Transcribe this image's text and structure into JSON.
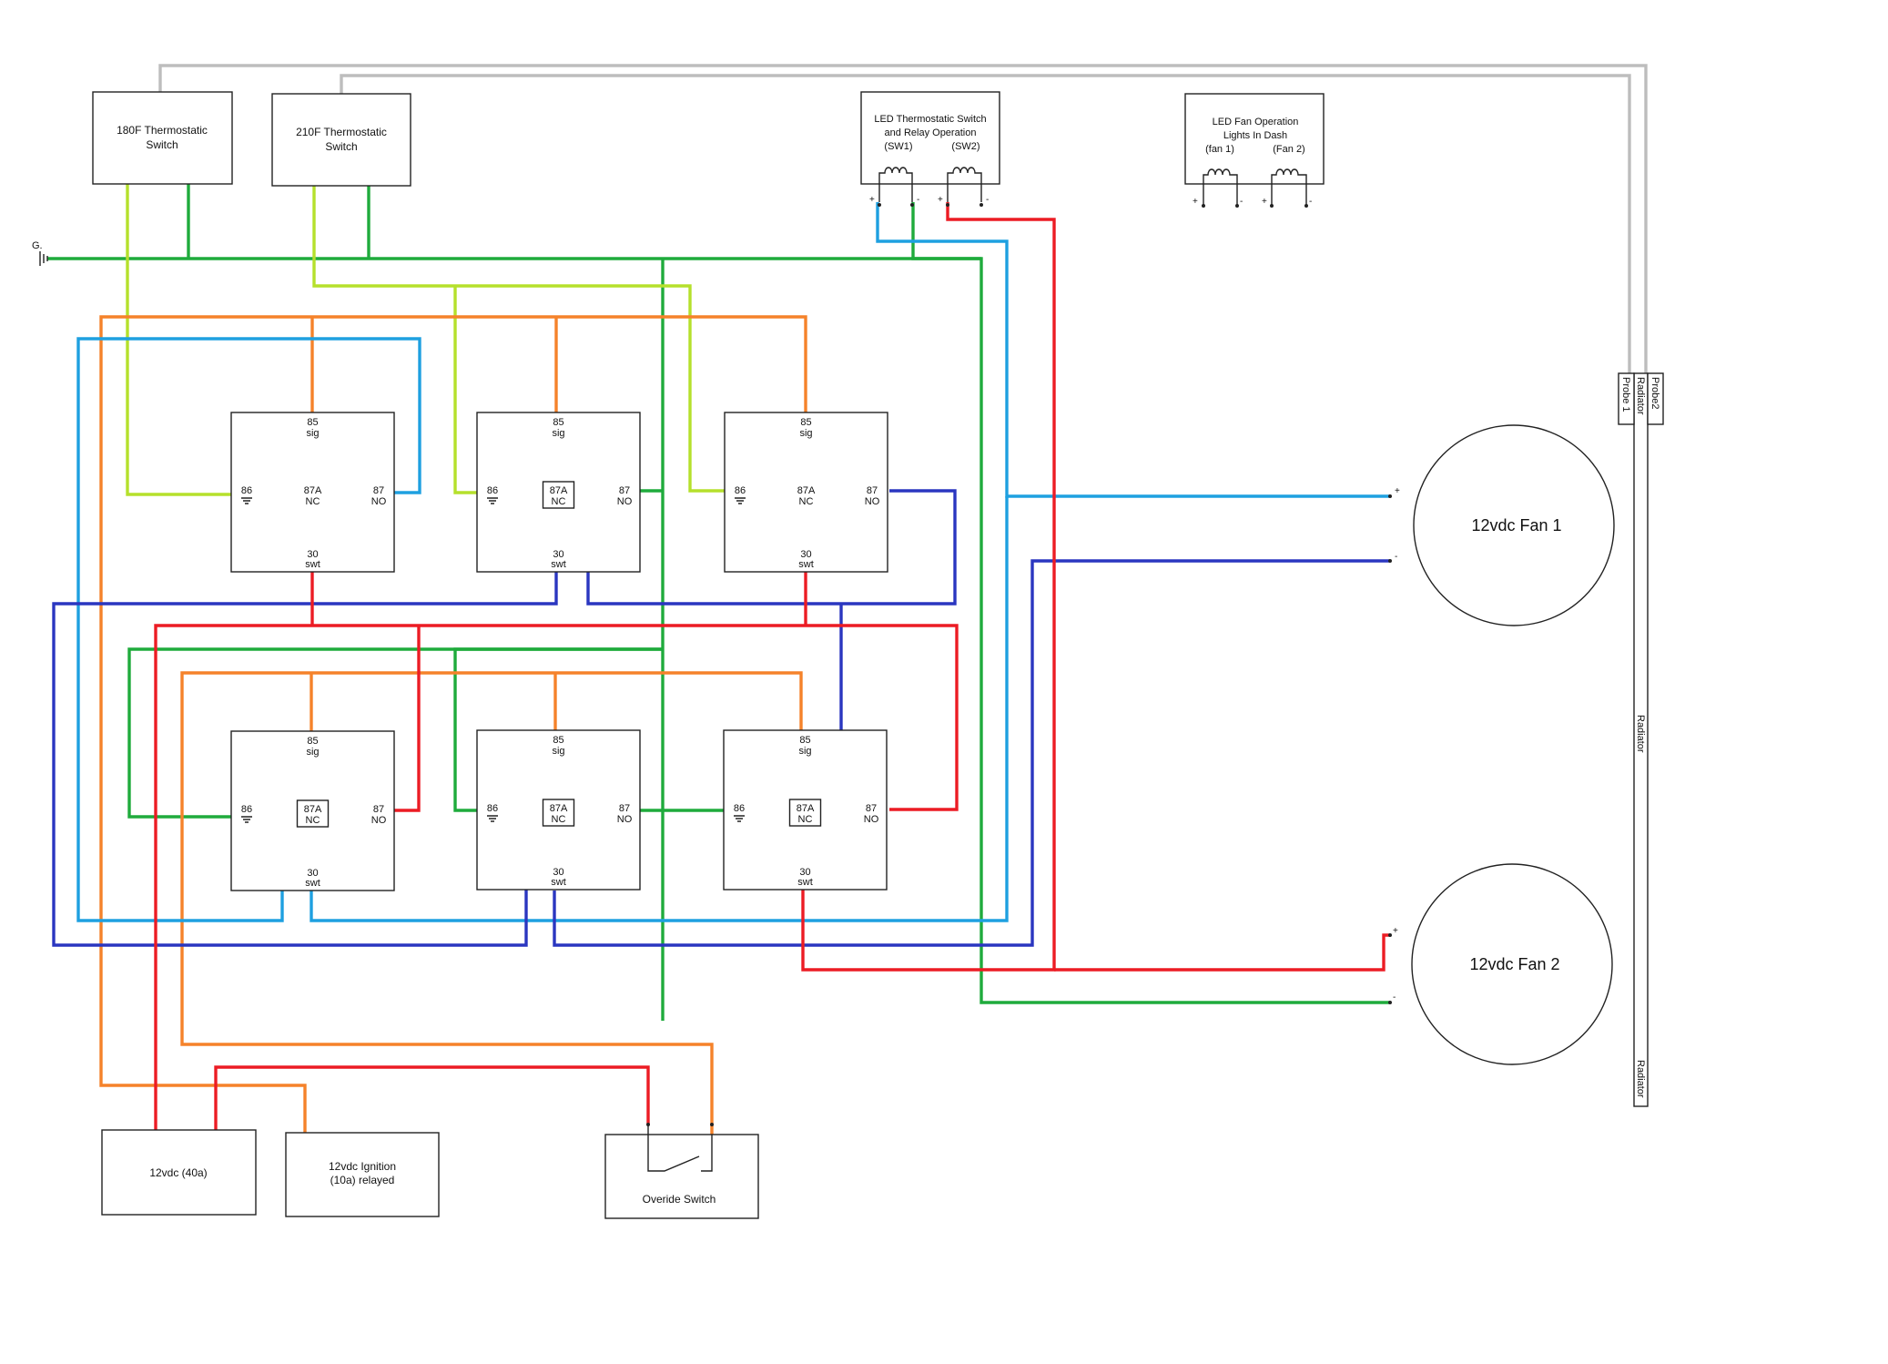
{
  "ground_label": "G.",
  "thermo_switch_1": [
    "180F Thermostatic",
    "Switch"
  ],
  "thermo_switch_2": [
    "210F Thermostatic",
    "Switch"
  ],
  "led_thermo": [
    "LED Thermostatic Switch",
    "and Relay Operation",
    "(SW1)",
    "(SW2)"
  ],
  "led_fan": [
    "LED Fan Operation",
    "Lights In Dash",
    "(fan 1)",
    "(Fan 2)"
  ],
  "plus": "+",
  "minus": "-",
  "relay": {
    "pin85": "85",
    "sig": "sig",
    "pin86": "86",
    "pin87a": "87A",
    "nc": "NC",
    "pin87": "87",
    "no": "NO",
    "pin30": "30",
    "swt": "swt"
  },
  "fan1": "12vdc Fan 1",
  "fan2": "12vdc Fan  2",
  "radiator": {
    "probe1": "Probe 1",
    "probe2": "Probe2",
    "radiator_top": "Radiator",
    "radiator_mid": "Radiator",
    "radiator_bottom": "Radiator"
  },
  "power_40a": "12vdc (40a)",
  "ignition": [
    "12vdc Ignition",
    "(10a) relayed"
  ],
  "override": "Overide Switch",
  "colors": {
    "gray": "#bdbdbd",
    "green": "#1fab3c",
    "lime": "#b5e02c",
    "orange": "#f5822a",
    "blue": "#1ea0e0",
    "navy": "#2a36c0",
    "red": "#ec1c24"
  }
}
